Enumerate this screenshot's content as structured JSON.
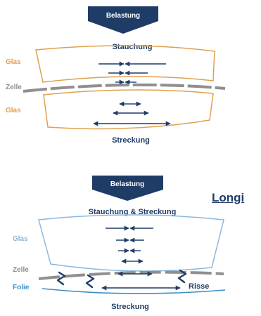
{
  "colors": {
    "navy": "#1f3c66",
    "orange": "#e0a050",
    "light_blue": "#8ab8e0",
    "grey": "#8f8f8f",
    "foil": "#3a8ec5"
  },
  "top_diagram": {
    "load_label": "Belastung",
    "compression_label": "Stauchung",
    "stretch_label": "Streckung",
    "glass_top_label": "Glas",
    "cell_label": "Zelle",
    "glass_bottom_label": "Glas"
  },
  "bottom_diagram": {
    "load_label": "Belastung",
    "compression_stretch_label": "Stauchung & Streckung",
    "glass_label": "Glas",
    "cell_label": "Zelle",
    "foil_label": "Folie",
    "cracks_label": "Risse",
    "stretch_label": "Streckung"
  },
  "link": {
    "label": "Longi"
  }
}
